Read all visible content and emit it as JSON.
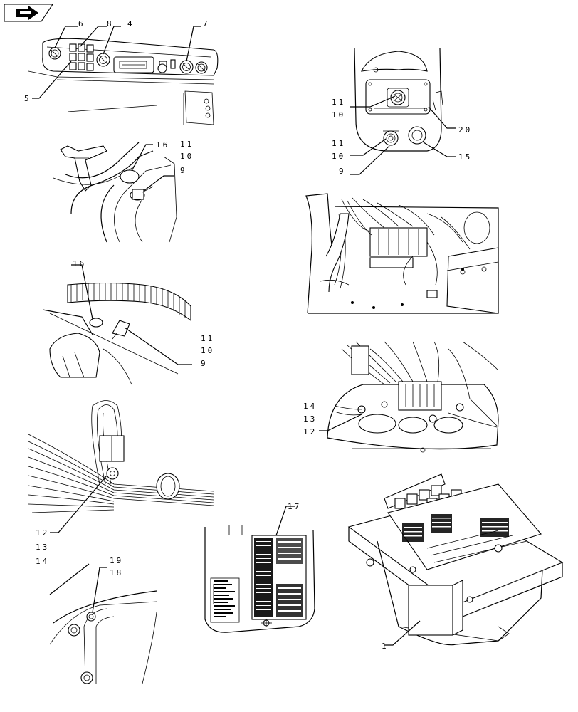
{
  "nav": {
    "icon": "arrow-right-icon",
    "label": ""
  },
  "callouts": {
    "c6": "6",
    "c8": "8",
    "c4": "4",
    "c7": "7",
    "c5": "5",
    "c16a": "16",
    "c11a": "11",
    "c10a": "10",
    "c9a": "9",
    "c16b": "16",
    "c11b": "11",
    "c10b": "10",
    "c9b": "9",
    "c12a": "12",
    "c13a": "13",
    "c14a": "14",
    "c19": "19",
    "c18": "18",
    "c17": "17",
    "c11c": "11",
    "c10c": "10",
    "c20": "20",
    "c11d": "11",
    "c10d": "10",
    "c15": "15",
    "c9c": "9",
    "c14b": "14",
    "c13b": "13",
    "c12b": "12",
    "c1": "1"
  }
}
